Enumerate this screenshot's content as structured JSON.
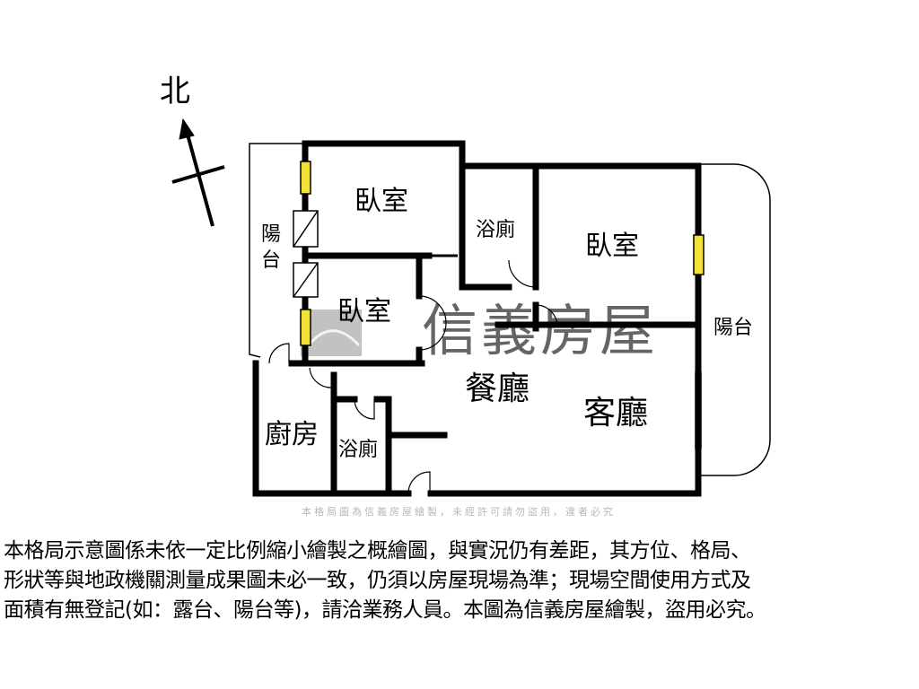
{
  "compass": {
    "north_label": "北"
  },
  "rooms": {
    "bedroom_top_left": "臥室",
    "bathroom_top": "浴廁",
    "bedroom_right": "臥室",
    "balcony_left": [
      "陽",
      "台"
    ],
    "bedroom_small": "臥室",
    "balcony_right": "陽台",
    "dining": "餐廳",
    "living": "客廳",
    "kitchen": "廚房",
    "bathroom_bottom": "浴廁"
  },
  "watermark": {
    "brand": "信義房屋",
    "notice": "本格局圖為信義房屋繪製，未經許可請勿盜用，違者必究"
  },
  "colors": {
    "wall": "#000000",
    "window": "#f2e33a",
    "watermark": "#8c8c8c"
  },
  "disclaimer": [
    "本格局示意圖係未依一定比例縮小繪製之概繪圖，與實況仍有差距，其方位、格局、",
    "形狀等與地政機關測量成果圖未必一致，仍須以房屋現場為準；現場空間使用方式及",
    "面積有無登記(如：露台、陽台等)，請洽業務人員。本圖為信義房屋繪製，盜用必究。"
  ]
}
